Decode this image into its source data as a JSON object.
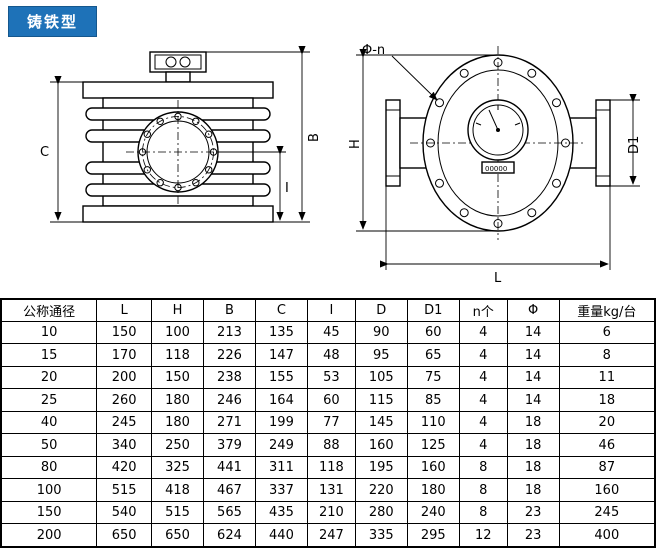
{
  "header": {
    "badge_label": "铸铁型",
    "badge_color": "#1e72b8"
  },
  "drawings": {
    "side_view": {
      "labels": {
        "c": "C",
        "b": "B",
        "i": "I"
      }
    },
    "front_view": {
      "labels": {
        "phi_n": "Φ-n",
        "h": "H",
        "d1": "D1",
        "l": "L"
      },
      "counter_digits": "00000"
    }
  },
  "table": {
    "headers": [
      "公称通径",
      "L",
      "H",
      "B",
      "C",
      "I",
      "D",
      "D1",
      "n个",
      "Φ",
      "重量kg/台"
    ],
    "rows": [
      [
        "10",
        "150",
        "100",
        "213",
        "135",
        "45",
        "90",
        "60",
        "4",
        "14",
        "6"
      ],
      [
        "15",
        "170",
        "118",
        "226",
        "147",
        "48",
        "95",
        "65",
        "4",
        "14",
        "8"
      ],
      [
        "20",
        "200",
        "150",
        "238",
        "155",
        "53",
        "105",
        "75",
        "4",
        "14",
        "11"
      ],
      [
        "25",
        "260",
        "180",
        "246",
        "164",
        "60",
        "115",
        "85",
        "4",
        "14",
        "18"
      ],
      [
        "40",
        "245",
        "180",
        "271",
        "199",
        "77",
        "145",
        "110",
        "4",
        "18",
        "20"
      ],
      [
        "50",
        "340",
        "250",
        "379",
        "249",
        "88",
        "160",
        "125",
        "4",
        "18",
        "46"
      ],
      [
        "80",
        "420",
        "325",
        "441",
        "311",
        "118",
        "195",
        "160",
        "8",
        "18",
        "87"
      ],
      [
        "100",
        "515",
        "418",
        "467",
        "337",
        "131",
        "220",
        "180",
        "8",
        "18",
        "160"
      ],
      [
        "150",
        "540",
        "515",
        "565",
        "435",
        "210",
        "280",
        "240",
        "8",
        "23",
        "245"
      ],
      [
        "200",
        "650",
        "650",
        "624",
        "440",
        "247",
        "335",
        "295",
        "12",
        "23",
        "400"
      ]
    ]
  }
}
